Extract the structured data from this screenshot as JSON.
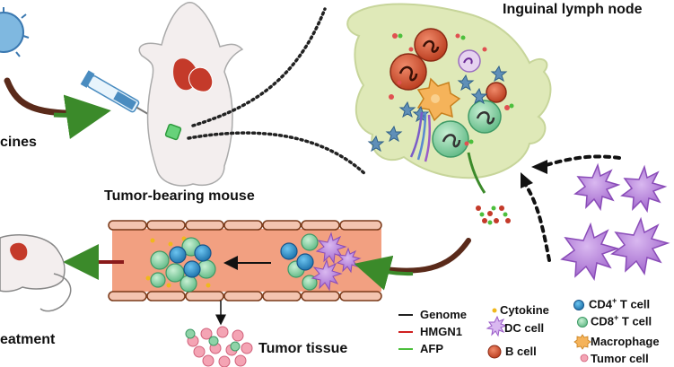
{
  "labels": {
    "lymph_node": "Inguinal lymph node",
    "mouse": "Tumor-bearing mouse",
    "vaccines": "cines",
    "treatment": "eatment",
    "tumor_tissue": "Tumor tissue"
  },
  "legend": {
    "genome": "Genome",
    "hmgn1": "HMGN1",
    "afp": "AFP",
    "cytokine": "Cytokine",
    "dc_cell": "DC cell",
    "b_cell": "B cell",
    "cd4_prefix": "CD4",
    "cd4_suffix": " T cell",
    "cd8_prefix": "CD8",
    "cd8_suffix": " T cell",
    "macrophage": "Macrophage",
    "tumor_cell": "Tumor cell",
    "plus": "+"
  },
  "colors": {
    "genome": "#222222",
    "hmgn1": "#d02020",
    "afp": "#4cbf3c",
    "lymph_fill": "#dfe9b8",
    "vessel": "#f2a081",
    "dc": "#b47ed8",
    "b_cell": "#d84b2a",
    "cd4": "#2e8fc8",
    "cd8": "#8fd3a8",
    "macrophage": "#f5b35a",
    "tumor": "#f4a4b4"
  }
}
